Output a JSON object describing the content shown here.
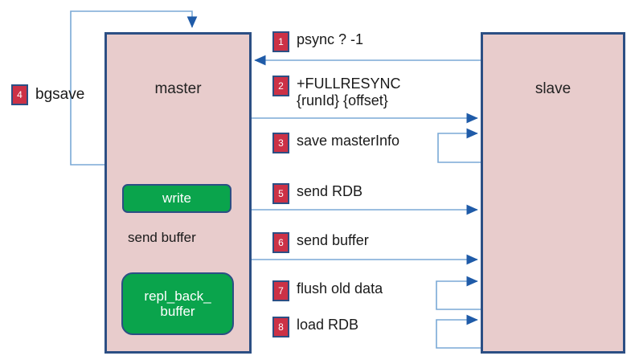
{
  "diagram": {
    "title": "Redis master-slave full replication (psync) flow",
    "colors": {
      "node_fill": "#e8cccc",
      "node_border": "#2c4f84",
      "green_fill": "#0aa44c",
      "badge_fill": "#cc3146",
      "badge_border": "#2c4f84",
      "wire": "#4a86c5",
      "arrow_head": "#1f5ba8",
      "background": "#ffffff"
    }
  },
  "nodes": {
    "master": {
      "label": "master"
    },
    "slave": {
      "label": "slave"
    }
  },
  "master_internals": {
    "write_box": {
      "label": "write"
    },
    "repl_buffer_box": {
      "label_line1": "repl_back_",
      "label_line2": "buffer"
    },
    "connector_caption": "send buffer"
  },
  "steps": [
    {
      "num": "1",
      "text": "psync ? -1",
      "text2": "",
      "direction": "slave-to-master"
    },
    {
      "num": "2",
      "text": "+FULLRESYNC",
      "text2": "{runId} {offset}",
      "direction": "master-to-slave"
    },
    {
      "num": "3",
      "text": "save masterInfo",
      "text2": "",
      "direction": "slave-self-loop"
    },
    {
      "num": "4",
      "text": "bgsave",
      "text2": "",
      "direction": "master-self-loop"
    },
    {
      "num": "5",
      "text": "send RDB",
      "text2": "",
      "direction": "master-to-slave"
    },
    {
      "num": "6",
      "text": "send buffer",
      "text2": "",
      "direction": "master-to-slave"
    },
    {
      "num": "7",
      "text": "flush old data",
      "text2": "",
      "direction": "slave-self-loop"
    },
    {
      "num": "8",
      "text": "load RDB",
      "text2": "",
      "direction": "slave-self-loop"
    }
  ]
}
